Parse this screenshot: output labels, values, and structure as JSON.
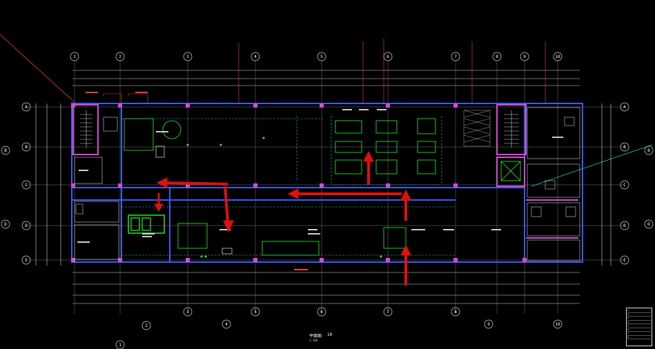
{
  "drawing": {
    "title": "平面图",
    "scale": "1:100",
    "number": "10"
  },
  "colors": {
    "background": "#000000",
    "wall_blue": "#3d5bff",
    "dim_white": "#dcdcdc",
    "grid_red": "#ff3b3b",
    "column_magenta": "#d24dd2",
    "equipment_green": "#22ff22",
    "arrow_red": "#e01010",
    "cyan_line": "#18c8c8"
  },
  "column_grid": {
    "top_bubbles": [
      "1",
      "2",
      "3",
      "4",
      "5",
      "6",
      "7",
      "8",
      "9",
      "10"
    ],
    "left_bubbles": [
      "A",
      "B",
      "C",
      "D",
      "E"
    ],
    "right_bubbles": [
      "A",
      "B",
      "C",
      "D",
      "E"
    ]
  },
  "legend": {
    "rows": [
      "1",
      "2",
      "3",
      "4",
      "5",
      "6",
      "7",
      "8"
    ]
  },
  "icons": {
    "grid_bubble": "circle-outline",
    "flow_arrow": "red-arrow"
  }
}
